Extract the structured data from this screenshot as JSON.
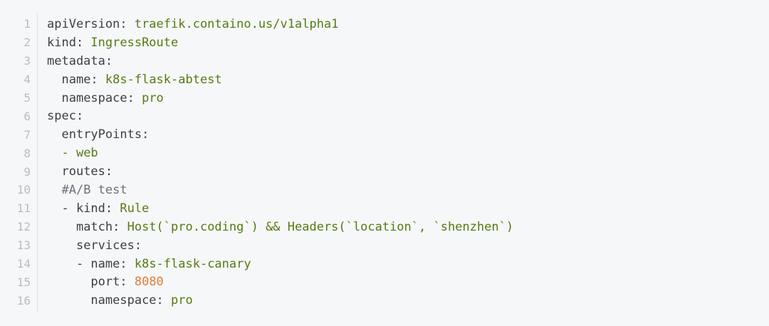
{
  "lines": [
    {
      "num": "1",
      "indent": "",
      "key": "apiVersion:",
      "value": " traefik.containo.us/v1alpha1"
    },
    {
      "num": "2",
      "indent": "",
      "key": "kind:",
      "value": " IngressRoute"
    },
    {
      "num": "3",
      "indent": "",
      "key": "metadata:",
      "value": ""
    },
    {
      "num": "4",
      "indent": "  ",
      "key": "name:",
      "value": " k8s-flask-abtest"
    },
    {
      "num": "5",
      "indent": "  ",
      "key": "namespace:",
      "value": " pro"
    },
    {
      "num": "6",
      "indent": "",
      "key": "spec:",
      "value": ""
    },
    {
      "num": "7",
      "indent": "  ",
      "key": "entryPoints:",
      "value": ""
    },
    {
      "num": "8",
      "indent": "  ",
      "key": "",
      "value": "- web"
    },
    {
      "num": "9",
      "indent": "  ",
      "key": "routes:",
      "value": ""
    },
    {
      "num": "10",
      "indent": "  ",
      "comment": "#A/B test"
    },
    {
      "num": "11",
      "indent": "  ",
      "key": "- kind:",
      "value": " Rule"
    },
    {
      "num": "12",
      "indent": "    ",
      "key": "match:",
      "value": " Host(`pro.coding`) && Headers(`location`, `shenzhen`)"
    },
    {
      "num": "13",
      "indent": "    ",
      "key": "services:",
      "value": ""
    },
    {
      "num": "14",
      "indent": "    ",
      "key": "- name:",
      "value": " k8s-flask-canary"
    },
    {
      "num": "15",
      "indent": "      ",
      "key": "port:",
      "number": " 8080"
    },
    {
      "num": "16",
      "indent": "      ",
      "key": "namespace:",
      "value": " pro"
    }
  ],
  "colors": {
    "background": "#f6f7f9",
    "key": "#3b3f45",
    "string": "#557a12",
    "number": "#e07b36",
    "line_number": "#b8bcc4"
  }
}
